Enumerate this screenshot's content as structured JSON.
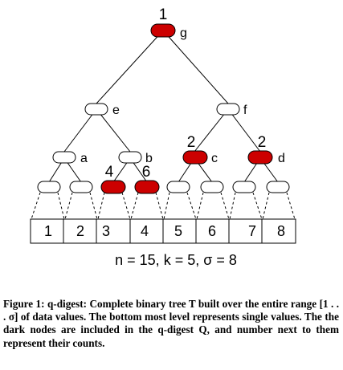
{
  "figure": {
    "root": {
      "count": "1",
      "label": "g",
      "selected": true
    },
    "level1": [
      {
        "label": "e",
        "selected": false,
        "count": ""
      },
      {
        "label": "f",
        "selected": false,
        "count": ""
      }
    ],
    "level2": [
      {
        "label": "a",
        "selected": false,
        "count": ""
      },
      {
        "label": "b",
        "selected": false,
        "count": ""
      },
      {
        "label": "c",
        "selected": true,
        "count": "2"
      },
      {
        "label": "d",
        "selected": true,
        "count": "2"
      }
    ],
    "level3": [
      {
        "selected": false,
        "count": ""
      },
      {
        "selected": false,
        "count": ""
      },
      {
        "selected": true,
        "count": "4"
      },
      {
        "selected": true,
        "count": "6"
      },
      {
        "selected": false,
        "count": ""
      },
      {
        "selected": false,
        "count": ""
      },
      {
        "selected": false,
        "count": ""
      },
      {
        "selected": false,
        "count": ""
      }
    ],
    "values": [
      "1",
      "2",
      "3",
      "4",
      "5",
      "6",
      "7",
      "8"
    ],
    "parameters": "n = 15, k = 5, σ = 8",
    "colors": {
      "selected_fill": "#cc0000",
      "node_stroke": "#000000",
      "empty_fill": "#ffffff"
    }
  },
  "caption": {
    "lead": "Figure 1: q-digest:",
    "text": "Complete binary tree T built over the entire range [1 . . . σ] of data values. The bottom most level represents single values. The the dark nodes are included in the q-digest Q, and number next to them represent their counts."
  }
}
